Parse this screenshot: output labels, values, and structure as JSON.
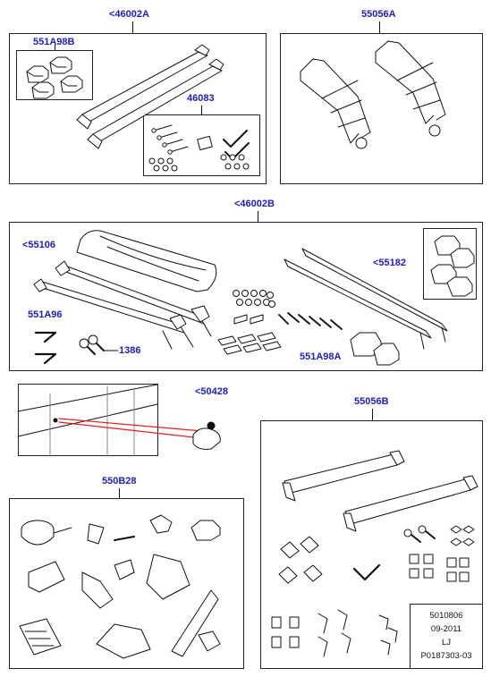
{
  "callouts": {
    "kit_a": "<46002A",
    "kit_b": "<46002B",
    "foot_pads": "551A98B",
    "fitting_kit": "46083",
    "ski_carrier_a": "55056A",
    "bar_left": "<55106",
    "pads_right": "<55182",
    "keys": "551A96",
    "lock": "1386",
    "pad_single": "551A98A",
    "fixing_point": "<50428",
    "ski_carrier_b": "55056B",
    "bike_carrier": "550B28"
  },
  "stamp": {
    "line1": "5010806",
    "line2": "09-2011",
    "line3": "LJ",
    "line4": "P0187303-03"
  },
  "colors": {
    "callout": "#1f1fb4",
    "line": "#111111",
    "laser": "#e02020"
  }
}
